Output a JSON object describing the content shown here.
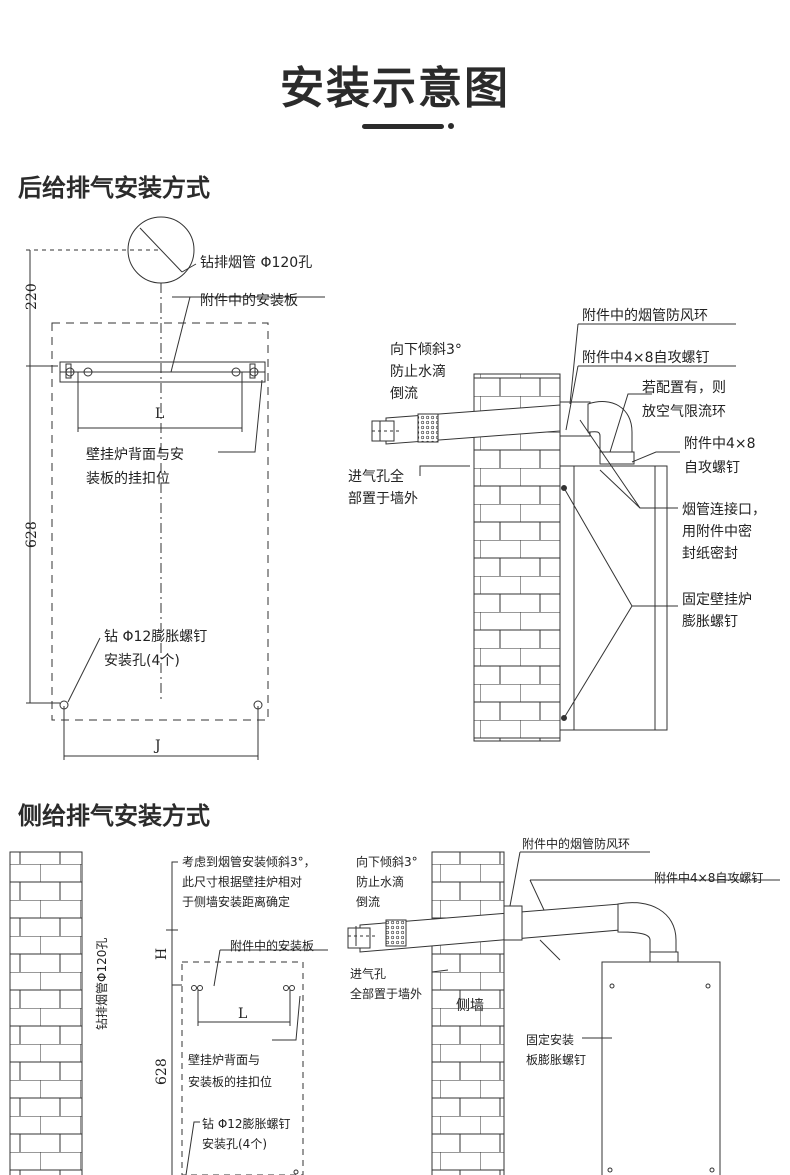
{
  "title": "安装示意图",
  "rear": {
    "heading": "后给排气安装方式",
    "drill_pipe": "钻排烟管 Φ120孔",
    "mount_plate": "附件中的安装板",
    "dim_220": "220",
    "dim_L": "L",
    "hook_pos_1": "壁挂炉背面与安",
    "hook_pos_2": "装板的挂扣位",
    "dim_628": "628",
    "drill_hole_1": "钻 Φ12膨胀螺钉",
    "drill_hole_2": "安装孔(4个)",
    "dim_J": "J",
    "tilt_1": "向下倾斜3°",
    "tilt_2": "防止水滴",
    "tilt_3": "倒流",
    "intake_1": "进气孔全",
    "intake_2": "部置于墙外",
    "windring": "附件中的烟管防风环",
    "screw_a": "附件中4×8自攻螺钉",
    "restrictor_1": "若配置有，则",
    "restrictor_2": "放空气限流环",
    "screw_b_1": "附件中4×8",
    "screw_b_2": "自攻螺钉",
    "seal_1": "烟管连接口，",
    "seal_2": "用附件中密",
    "seal_3": "封纸密封",
    "fix_1": "固定壁挂炉",
    "fix_2": "膨胀螺钉"
  },
  "side": {
    "heading": "侧给排气安装方式",
    "drill_pipe_v": "钻排烟管Φ120孔",
    "consider_1": "考虑到烟管安装倾斜3°，",
    "consider_2": "此尺寸根据壁挂炉相对",
    "consider_3": "于侧墙安装距离确定",
    "dim_H": "H",
    "mount_plate": "附件中的安装板",
    "dim_L": "L",
    "dim_628": "628",
    "hook_pos_1": "壁挂炉背面与",
    "hook_pos_2": "安装板的挂扣位",
    "drill_hole_1": "钻 Φ12膨胀螺钉",
    "drill_hole_2": "安装孔(4个)",
    "tilt_1": "向下倾斜3°",
    "tilt_2": "防止水滴",
    "tilt_3": "倒流",
    "intake_1": "进气孔",
    "intake_2": "全部置于墙外",
    "sidewall": "侧墙",
    "windring": "附件中的烟管防风环",
    "screw": "附件中4×8自攻螺钉",
    "fix_1": "固定安装",
    "fix_2": "板膨胀螺钉"
  }
}
